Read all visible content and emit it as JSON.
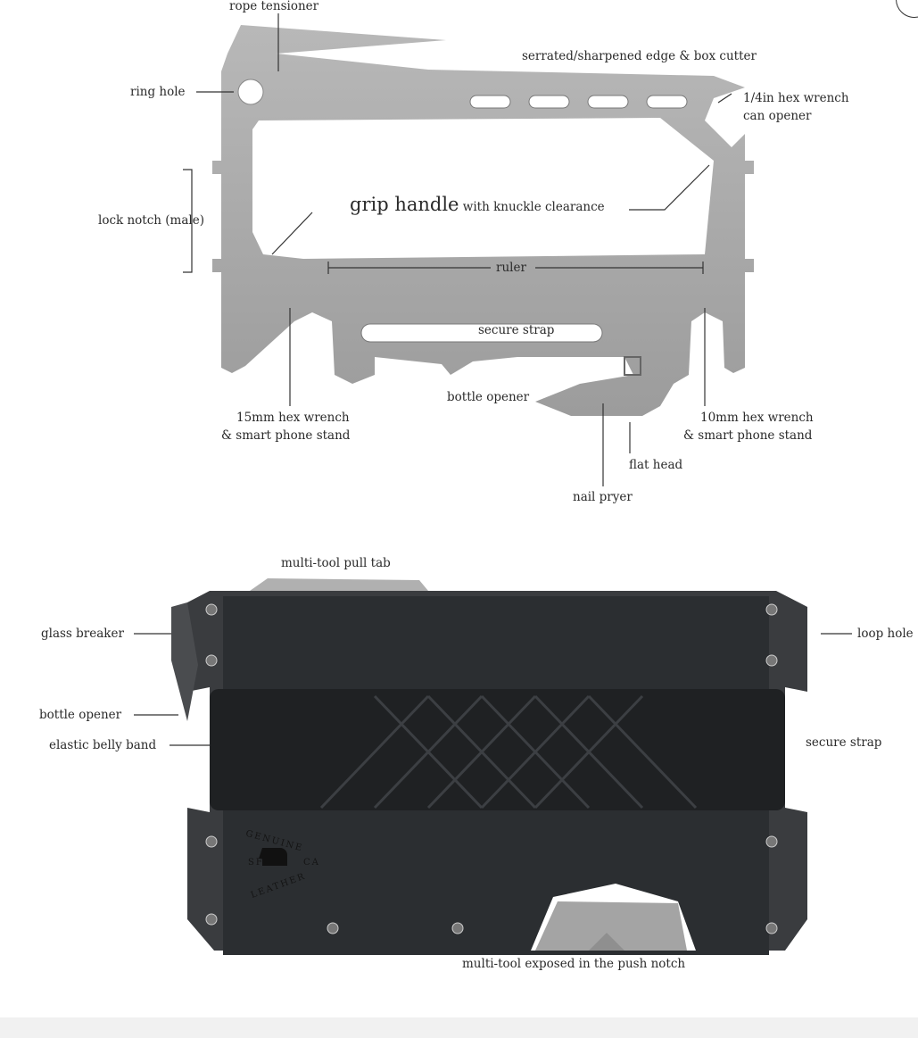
{
  "multitool": {
    "labels": {
      "rope_tensioner": "rope tensioner",
      "serrated_edge": "serrated/sharpened edge & box cutter",
      "ring_hole": "ring hole",
      "hex_quarter_line1": "1/4in hex wrench",
      "hex_quarter_line2": "can opener",
      "lock_notch": "lock notch (male)",
      "grip_handle": "grip handle",
      "grip_handle_sub": "with knuckle clearance",
      "ruler": "ruler",
      "secure_strap": "secure strap",
      "bottle_opener": "bottle opener",
      "hex15_line1": "15mm hex wrench",
      "hex15_line2": "& smart phone stand",
      "hex10_line1": "10mm hex wrench",
      "hex10_line2": "& smart phone stand",
      "flat_head": "flat head",
      "nail_pryer": "nail pryer"
    }
  },
  "wallet": {
    "labels": {
      "pull_tab": "multi-tool pull tab",
      "glass_breaker": "glass breaker",
      "loop_hole": "loop hole",
      "bottle_opener": "bottle opener",
      "belly_band": "elastic belly band",
      "secure_strap": "secure strap",
      "push_notch": "multi-tool exposed in the push notch"
    },
    "stamp": {
      "top": "GENUINE",
      "left": "SF",
      "right": "CA",
      "bottom": "LEATHER"
    }
  },
  "colors": {
    "steel": "#a7a7a7",
    "leather": "#2b2e31",
    "frame": "#3a3c3f"
  }
}
